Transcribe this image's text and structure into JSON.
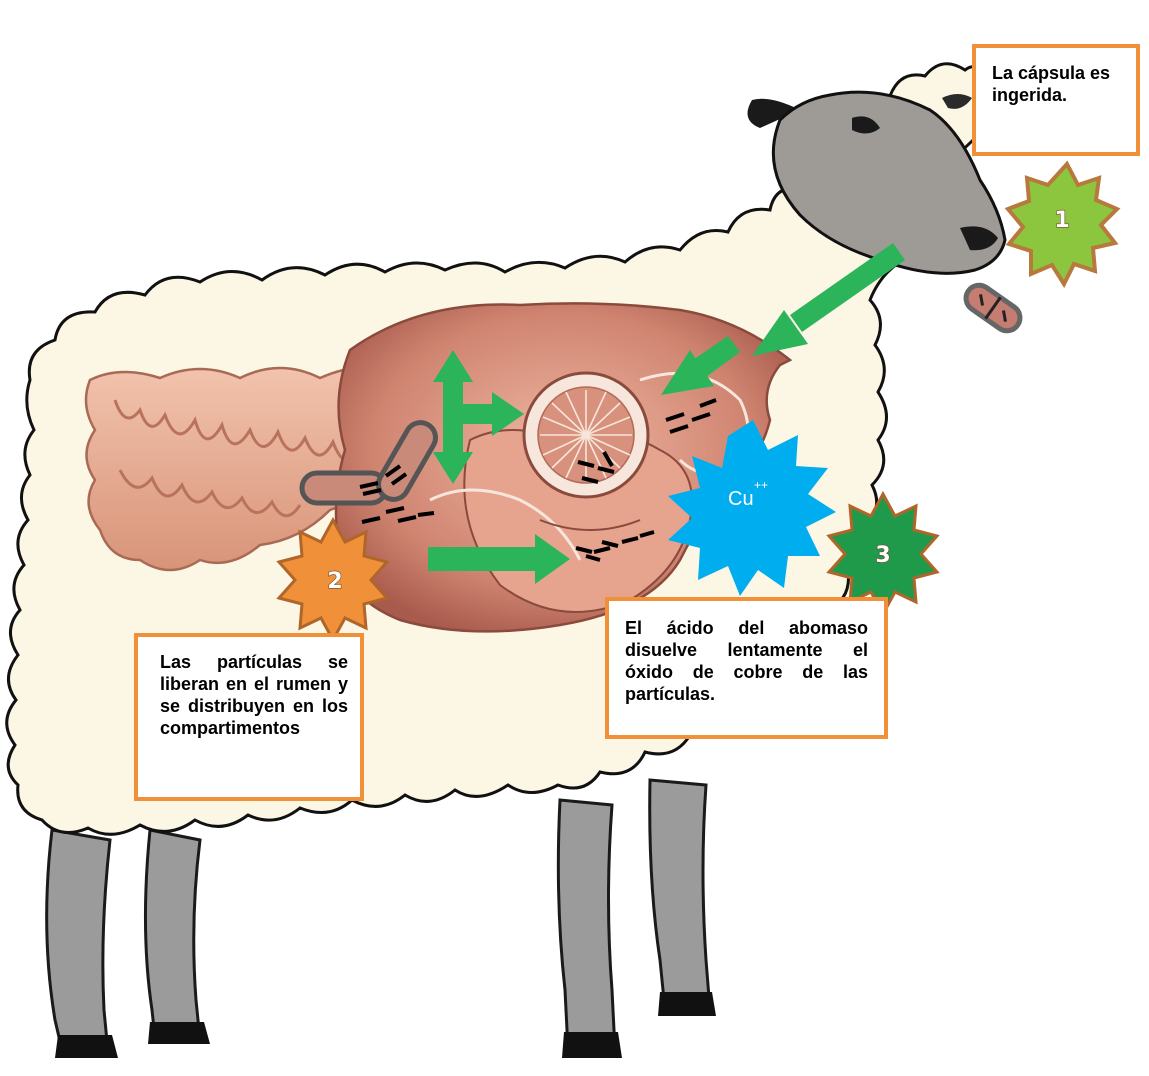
{
  "callouts": {
    "step1": "La cápsula es ingerida.",
    "step2": "Las partículas se liberan en el rumen y se distribuyen en los compartimentos",
    "step3": "El ácido del abomaso disuelve lentamente el óxido de cobre de las partículas."
  },
  "badges": {
    "one": "1",
    "two": "2",
    "three": "3"
  },
  "copper": {
    "symbol": "Cu",
    "charge": "++"
  },
  "colors": {
    "callout_border": "#f0913a",
    "badge_1": "#8cc63f",
    "badge_2": "#f0913a",
    "badge_3": "#1f9a4a",
    "copper_burst": "#00aeef",
    "arrow": "#2bb45a"
  }
}
